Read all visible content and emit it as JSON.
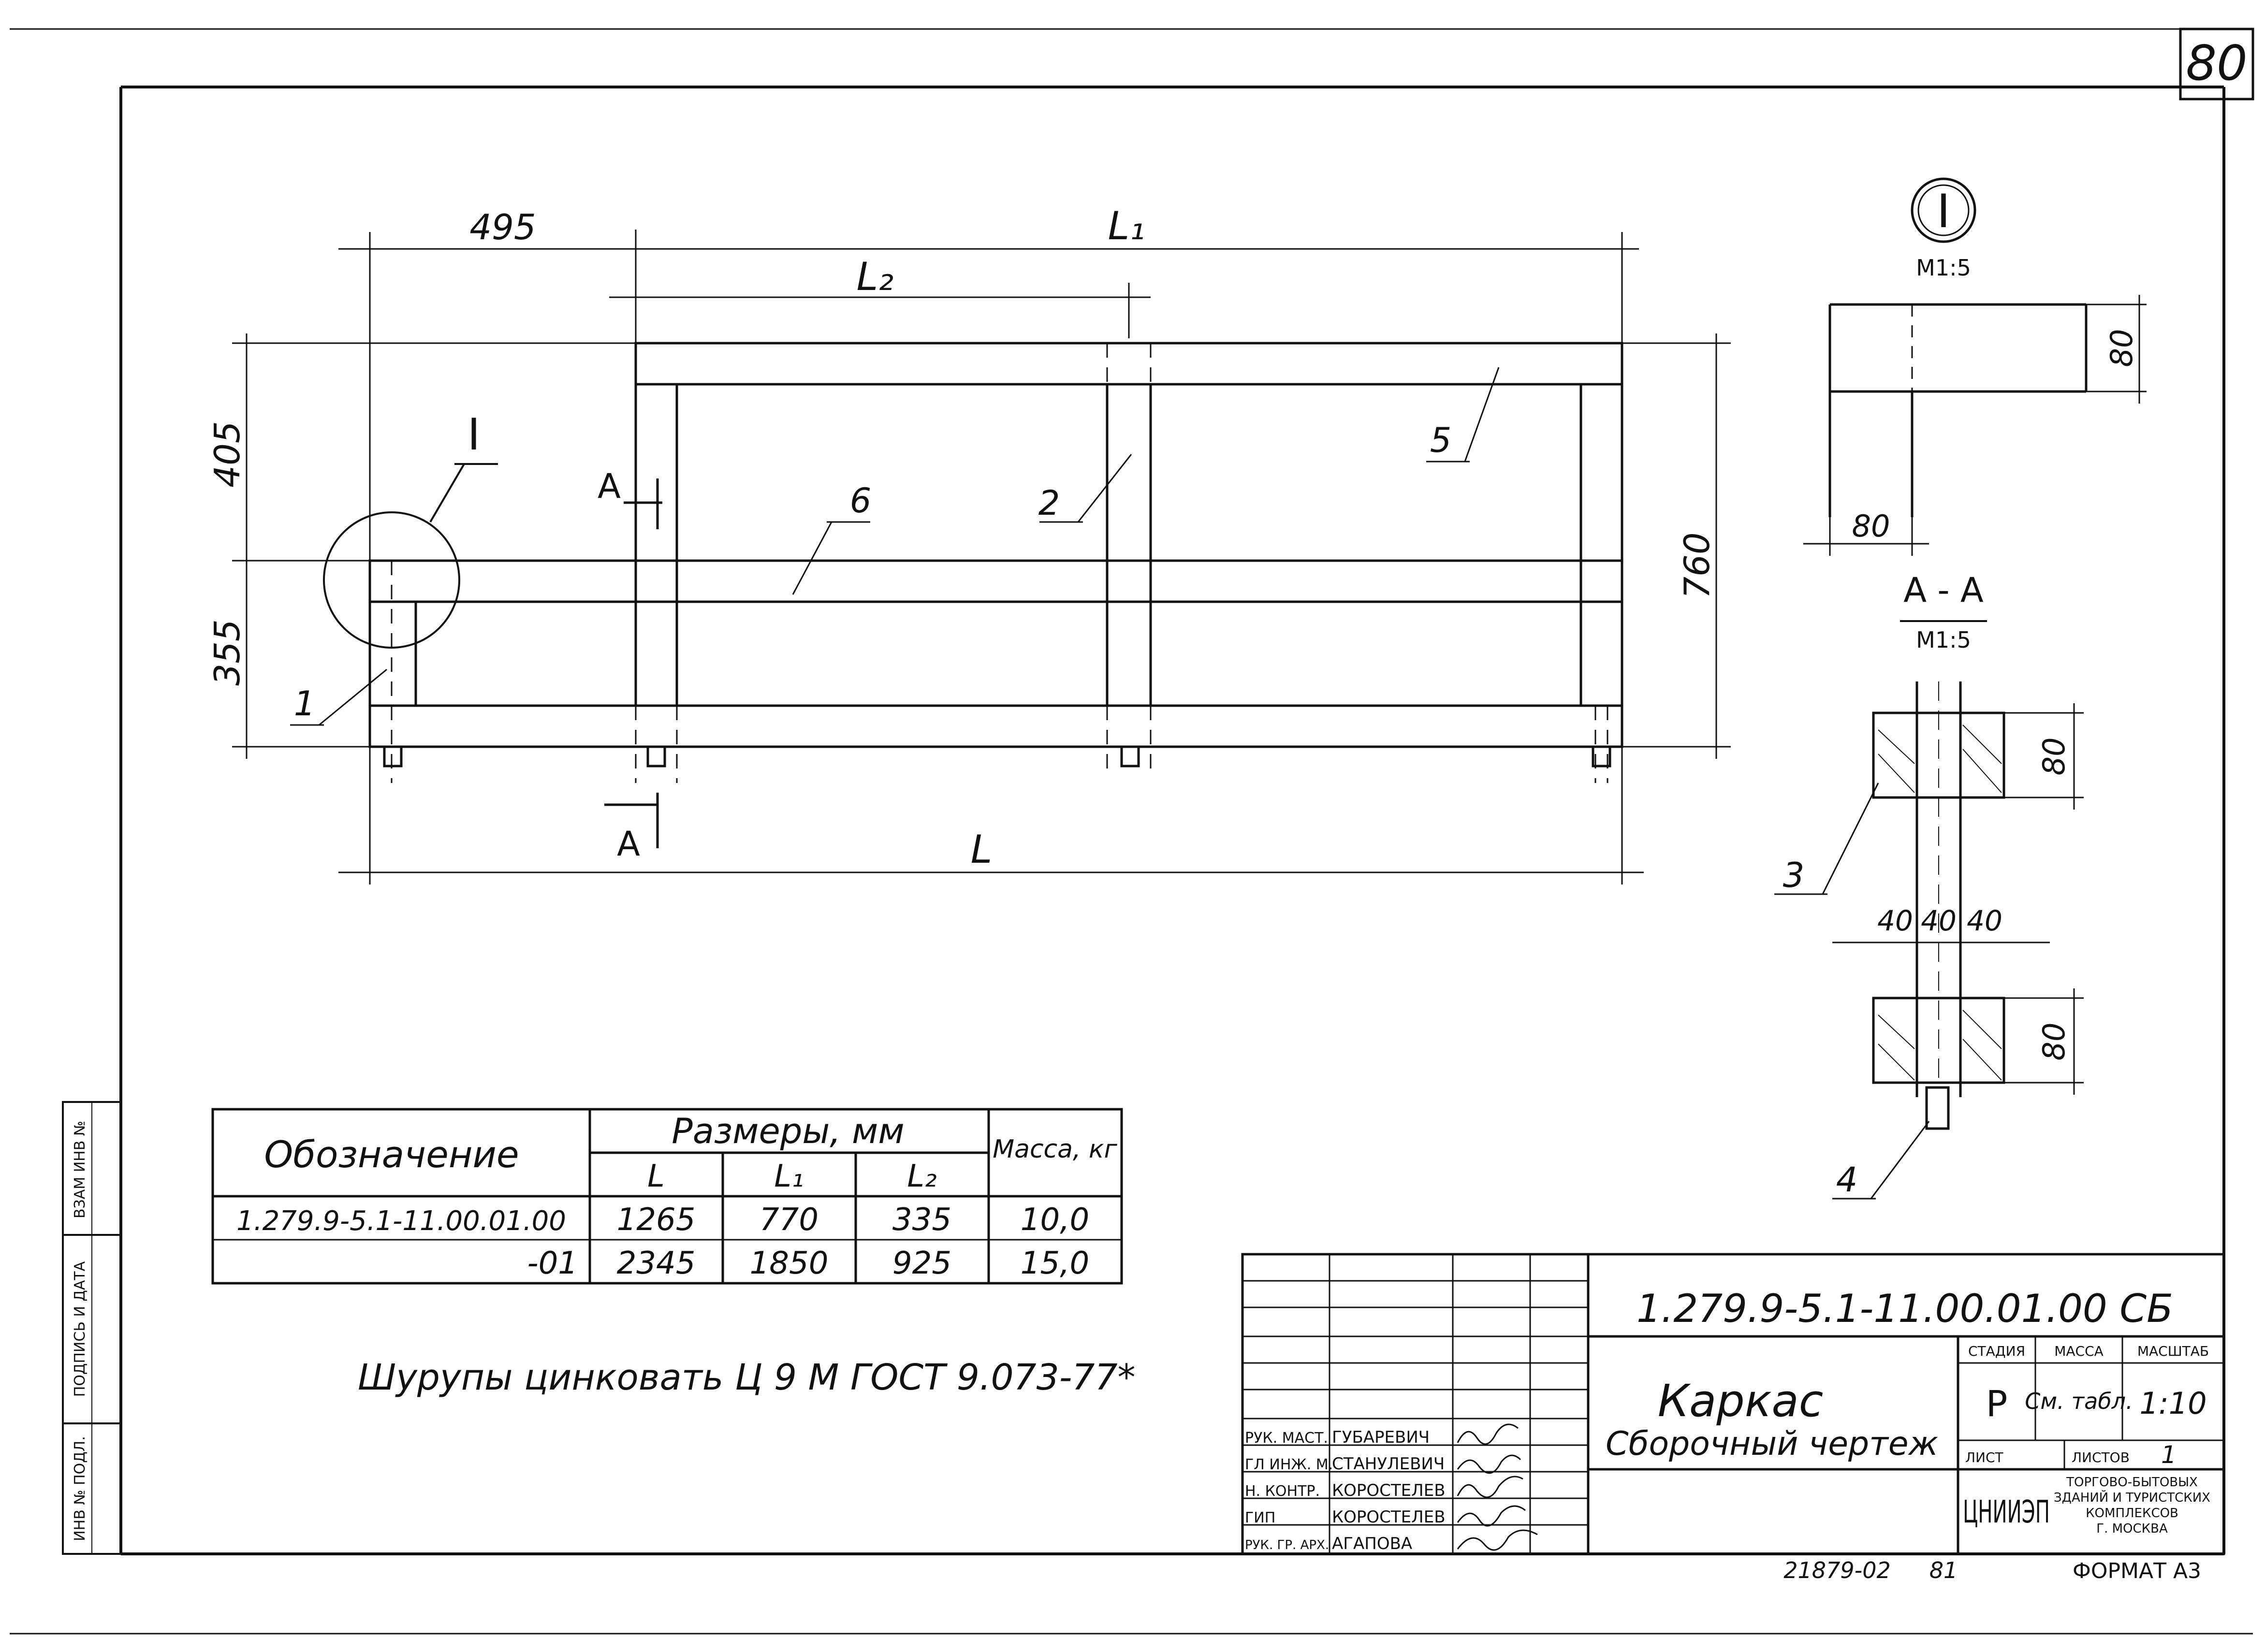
{
  "sheet": {
    "page_number": "80",
    "stamp_number": "21879-02",
    "stamp_page": "81",
    "format": "ФОРМАТ А3"
  },
  "drawing": {
    "dims": {
      "d495": "495",
      "L1": "L₁",
      "L2": "L₂",
      "d405": "405",
      "d355": "355",
      "d760": "760",
      "L": "L"
    },
    "callouts": [
      "1",
      "2",
      "5",
      "6"
    ],
    "detail_mark": "I",
    "section_mark": "А"
  },
  "detail_I": {
    "mark": "I",
    "scale": "М1:5",
    "dim_v": "80",
    "dim_h": "80"
  },
  "section_AA": {
    "title": "А - А",
    "scale": "М1:5",
    "dim_top": "80",
    "dim_bottom": "80",
    "dims_mid": [
      "40",
      "40",
      "40"
    ],
    "callouts": [
      "3",
      "4"
    ]
  },
  "spec_table": {
    "head_designation": "Обозначение",
    "head_sizes": "Размеры, мм",
    "head_mass": "Масса, кг",
    "sub_L": "L",
    "sub_L1": "L₁",
    "sub_L2": "L₂",
    "rows": [
      [
        "1.279.9-5.1-11.00.01.00",
        "1265",
        "770",
        "335",
        "10,0"
      ],
      [
        "-01",
        "2345",
        "1850",
        "925",
        "15,0"
      ]
    ]
  },
  "note": "Шурупы цинковать Ц 9 М ГОСТ 9.073-77*",
  "title_block": {
    "code": "1.279.9-5.1-11.00.01.00 СБ",
    "name": "Каркас",
    "doc_type": "Сборочный чертеж",
    "stage_label": "СТАДИЯ",
    "mass_label": "МАССА",
    "scale_label": "МАСШТАБ",
    "stage": "Р",
    "mass": "См. табл.",
    "scale": "1:10",
    "sheet_label": "ЛИСТ",
    "sheets_label": "ЛИСТОВ",
    "sheets": "1",
    "org_logo": "ЦНИИЭП",
    "org_lines": [
      "ТОРГОВО-БЫТОВЫХ",
      "ЗДАНИЙ И ТУРИСТСКИХ",
      "КОМПЛЕКСОВ",
      "Г. МОСКВА"
    ],
    "signatures": [
      {
        "role": "РУК. МАСТ.",
        "name": "ГУБАРЕВИЧ"
      },
      {
        "role": "ГЛ ИНЖ. М.",
        "name": "СТАНУЛЕВИЧ"
      },
      {
        "role": "Н. КОНТР.",
        "name": "КОРОСТЕЛЕВ"
      },
      {
        "role": "ГИП",
        "name": "КОРОСТЕЛЕВ"
      },
      {
        "role": "РУК. ГР. АРХ.",
        "name": "АГАПОВА"
      }
    ]
  },
  "side_stamp": {
    "cells": [
      "ИНВ № ПОДЛ.",
      "ПОДПИСЬ И ДАТА",
      "ВЗАМ ИНВ №"
    ]
  }
}
